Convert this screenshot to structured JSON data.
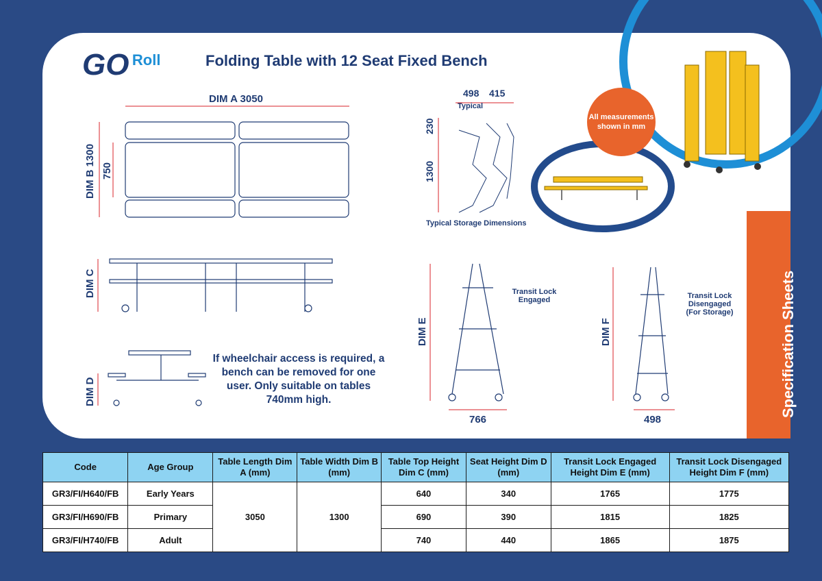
{
  "brand": {
    "go": "GO",
    "roll": "Roll"
  },
  "title": "Folding Table with 12 Seat Fixed Bench",
  "dims": {
    "dim_a": "DIM A 3050",
    "dim_b": "DIM B 1300",
    "w750": "750",
    "dim_c": "DIM C",
    "dim_d": "DIM D",
    "dim_e": "DIM E",
    "dim_f": "DIM F",
    "s498": "498",
    "s415": "415",
    "typical": "Typical",
    "s230": "230",
    "s1300": "1300",
    "storage": "Typical Storage Dimensions",
    "w766": "766",
    "w498": "498"
  },
  "labels": {
    "engaged": "Transit Lock Engaged",
    "disengaged": "Transit Lock Disengaged (For Storage)",
    "measurements": "All measurements shown in mm",
    "spec": "Specification Sheets"
  },
  "note": "If wheelchair access is required, a bench can be removed for one user. Only suitable on tables 740mm high.",
  "colors": {
    "navy": "#1f3b73",
    "blue_bg": "#2a4a85",
    "orange": "#e8642c",
    "header": "#8ed3f2",
    "yellow": "#f4c01e"
  },
  "table": {
    "headers": [
      "Code",
      "Age Group",
      "Table Length Dim A (mm)",
      "Table Width Dim B (mm)",
      "Table Top Height Dim C (mm)",
      "Seat Height Dim D (mm)",
      "Transit Lock Engaged Height Dim E (mm)",
      "Transit Lock Disengaged Height Dim F (mm)"
    ],
    "rows": [
      {
        "code": "GR3/FI/H640/FB",
        "age": "Early Years",
        "len": "3050",
        "wid": "1300",
        "top": "640",
        "seat": "340",
        "e": "1765",
        "f": "1775"
      },
      {
        "code": "GR3/FI/H690/FB",
        "age": "Primary",
        "top": "690",
        "seat": "390",
        "e": "1815",
        "f": "1825"
      },
      {
        "code": "GR3/FI/H740/FB",
        "age": "Adult",
        "top": "740",
        "seat": "440",
        "e": "1865",
        "f": "1875"
      }
    ]
  }
}
